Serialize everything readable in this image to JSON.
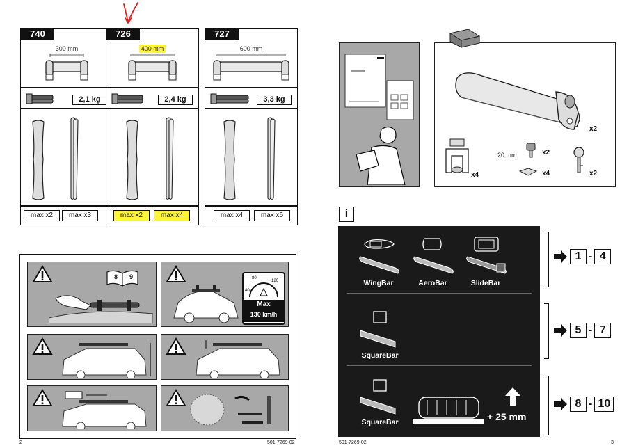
{
  "cards": [
    {
      "model": "740",
      "width": "300 mm",
      "weight": "2,1 kg",
      "max_left": "max x2",
      "max_right": "max x3",
      "highlight": false
    },
    {
      "model": "726",
      "width": "400 mm",
      "weight": "2,4 kg",
      "max_left": "max x2",
      "max_right": "max x4",
      "highlight": true
    },
    {
      "model": "727",
      "width": "600 mm",
      "weight": "3,3 kg",
      "max_left": "max x4",
      "max_right": "max x6",
      "highlight": false
    }
  ],
  "warnings": {
    "book_pages": [
      "8",
      "9"
    ],
    "speed_label": "Max",
    "speed_value": "130 km/h",
    "gauge_ticks": [
      "40",
      "80",
      "120"
    ]
  },
  "contents": {
    "qty_bracket": "x4",
    "qty_bolt": "x2",
    "bolt_length": "20 mm",
    "qty_nut": "x4",
    "qty_key": "x2",
    "qty_carrier": "x2"
  },
  "info_icon": "i",
  "bars": {
    "row1": [
      "WingBar",
      "AeroBar",
      "SlideBar"
    ],
    "row2": "SquareBar",
    "row3": "SquareBar",
    "height_note": "+ 25 mm"
  },
  "steps": [
    {
      "from": "1",
      "to": "4"
    },
    {
      "from": "5",
      "to": "7"
    },
    {
      "from": "8",
      "to": "10"
    }
  ],
  "dash": "-",
  "footer": {
    "left_page": "2",
    "left_code": "501-7269-02",
    "right_code": "501-7269-02",
    "right_page": "3"
  },
  "colors": {
    "highlight": "#fff43b",
    "panel_gray": "#a8a8a8",
    "dark_panel": "#1a1a1a",
    "annotation": "#e02020"
  }
}
